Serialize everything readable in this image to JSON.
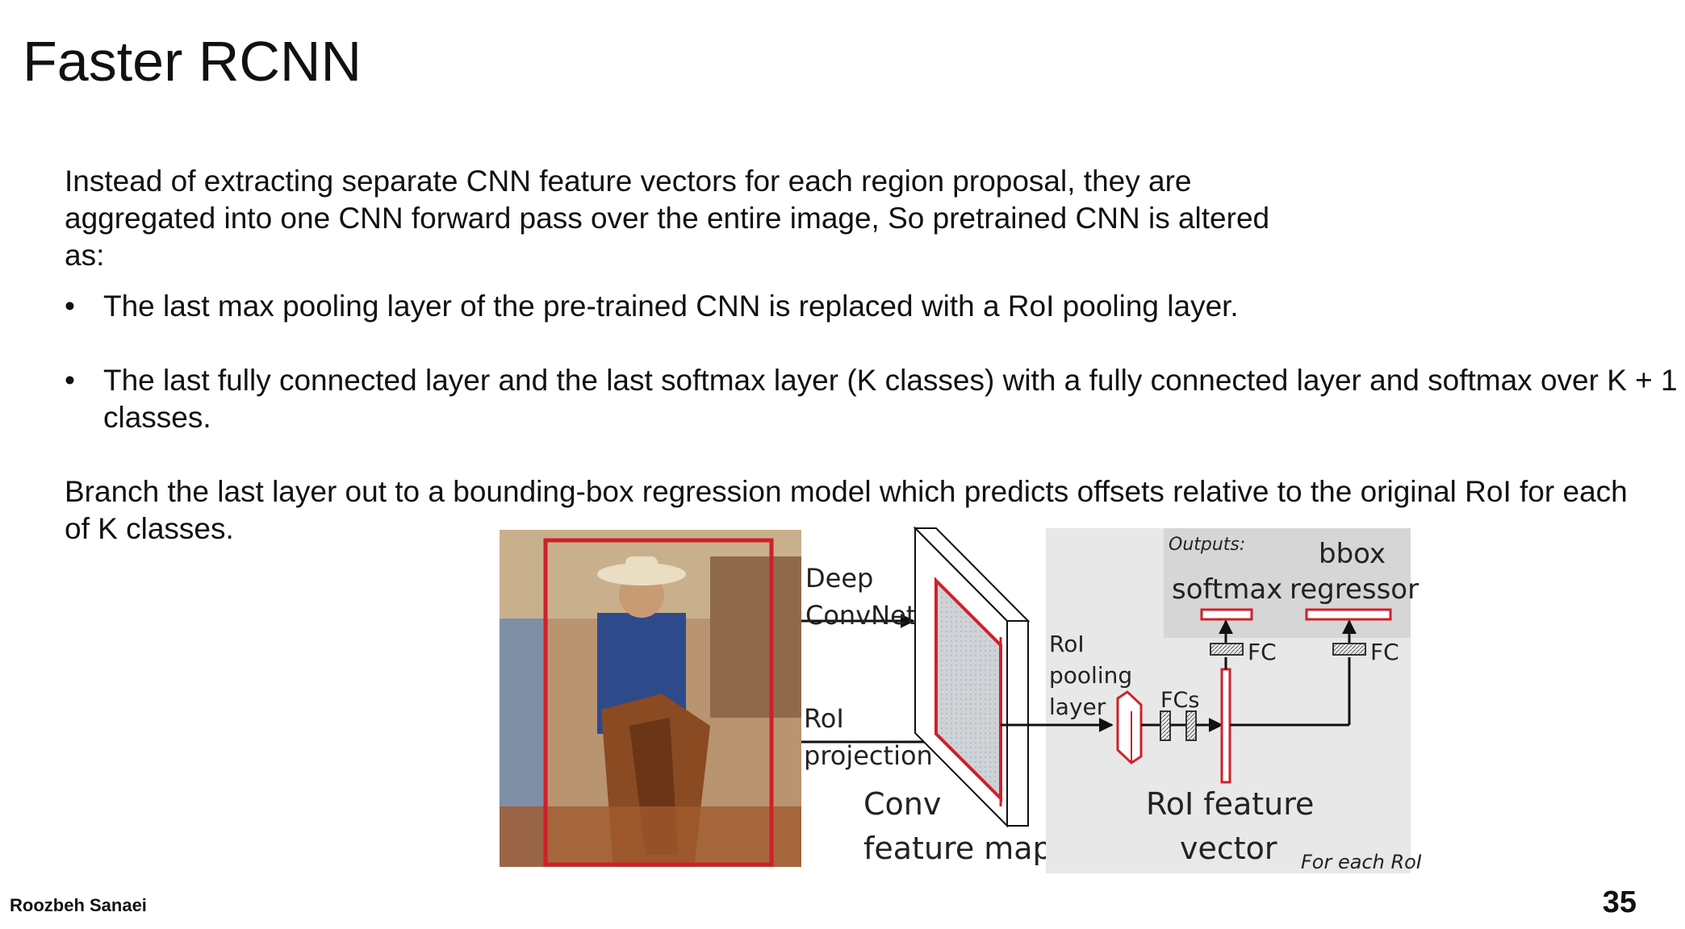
{
  "slide": {
    "title": "Faster RCNN",
    "intro": "Instead of extracting separate CNN feature vectors for each region proposal, they are aggregated into one CNN forward pass over the entire image, So pretrained CNN is altered as:",
    "bullets": [
      "The last max pooling layer of the pre-trained CNN is replaced with a RoI pooling layer.",
      "The last fully connected layer and the last softmax layer (K classes) with a fully connected layer and softmax over K + 1 classes."
    ],
    "branch": "Branch the last layer out to a bounding-box regression model which predicts offsets relative to the original RoI for each of K classes.",
    "author": "Roozbeh Sanaei",
    "page_number": "35"
  },
  "diagram": {
    "deep_convnet_1": "Deep",
    "deep_convnet_2": "ConvNet",
    "roi_projection_1": "RoI",
    "roi_projection_2": "projection",
    "conv_feature_map_1": "Conv",
    "conv_feature_map_2": "feature map",
    "roi_pooling_1": "RoI",
    "roi_pooling_2": "pooling",
    "roi_pooling_3": "layer",
    "fcs": "FCs",
    "roi_feature_vector_1": "RoI feature",
    "roi_feature_vector_2": "vector",
    "outputs": "Outputs:",
    "softmax": "softmax",
    "bbox_1": "bbox",
    "bbox_2": "regressor",
    "fc_left": "FC",
    "fc_right": "FC",
    "for_each_roi": "For each RoI",
    "colors": {
      "roi_red": "#d0202a",
      "panel_gray": "#e8e8e8",
      "outputs_gray": "#d6d6d6"
    }
  }
}
